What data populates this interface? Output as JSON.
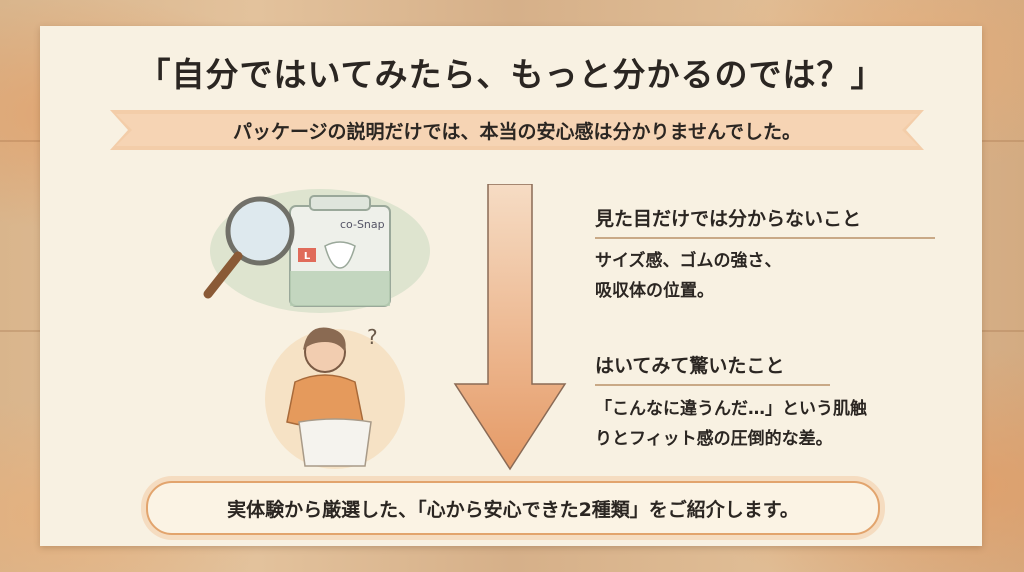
{
  "slide": {
    "title": "「自分ではいてみたら、もっと分かるのでは？」",
    "subtitle": "パッケージの説明だけでは、本当の安心感は分かりませんでした。",
    "point1": {
      "heading": "見た目だけでは分からないこと",
      "line1": "サイズ感、ゴムの強さ、",
      "line2": "吸収体の位置。"
    },
    "point2": {
      "heading": "はいてみて驚いたこと",
      "line1": "「こんなに違うんだ…」という肌触",
      "line2": "りとフィット感の圧倒的な差。"
    },
    "conclusion": "実体験から厳選した、「心から安心できた2種類」をご紹介します。",
    "package_label_size": "L",
    "package_label_brand": "co-Snap",
    "question_mark": "?"
  },
  "colors": {
    "accent": "#e2a46d",
    "arrow": "#e59a66",
    "text": "#2b2622",
    "card": "#f8f1e2"
  }
}
